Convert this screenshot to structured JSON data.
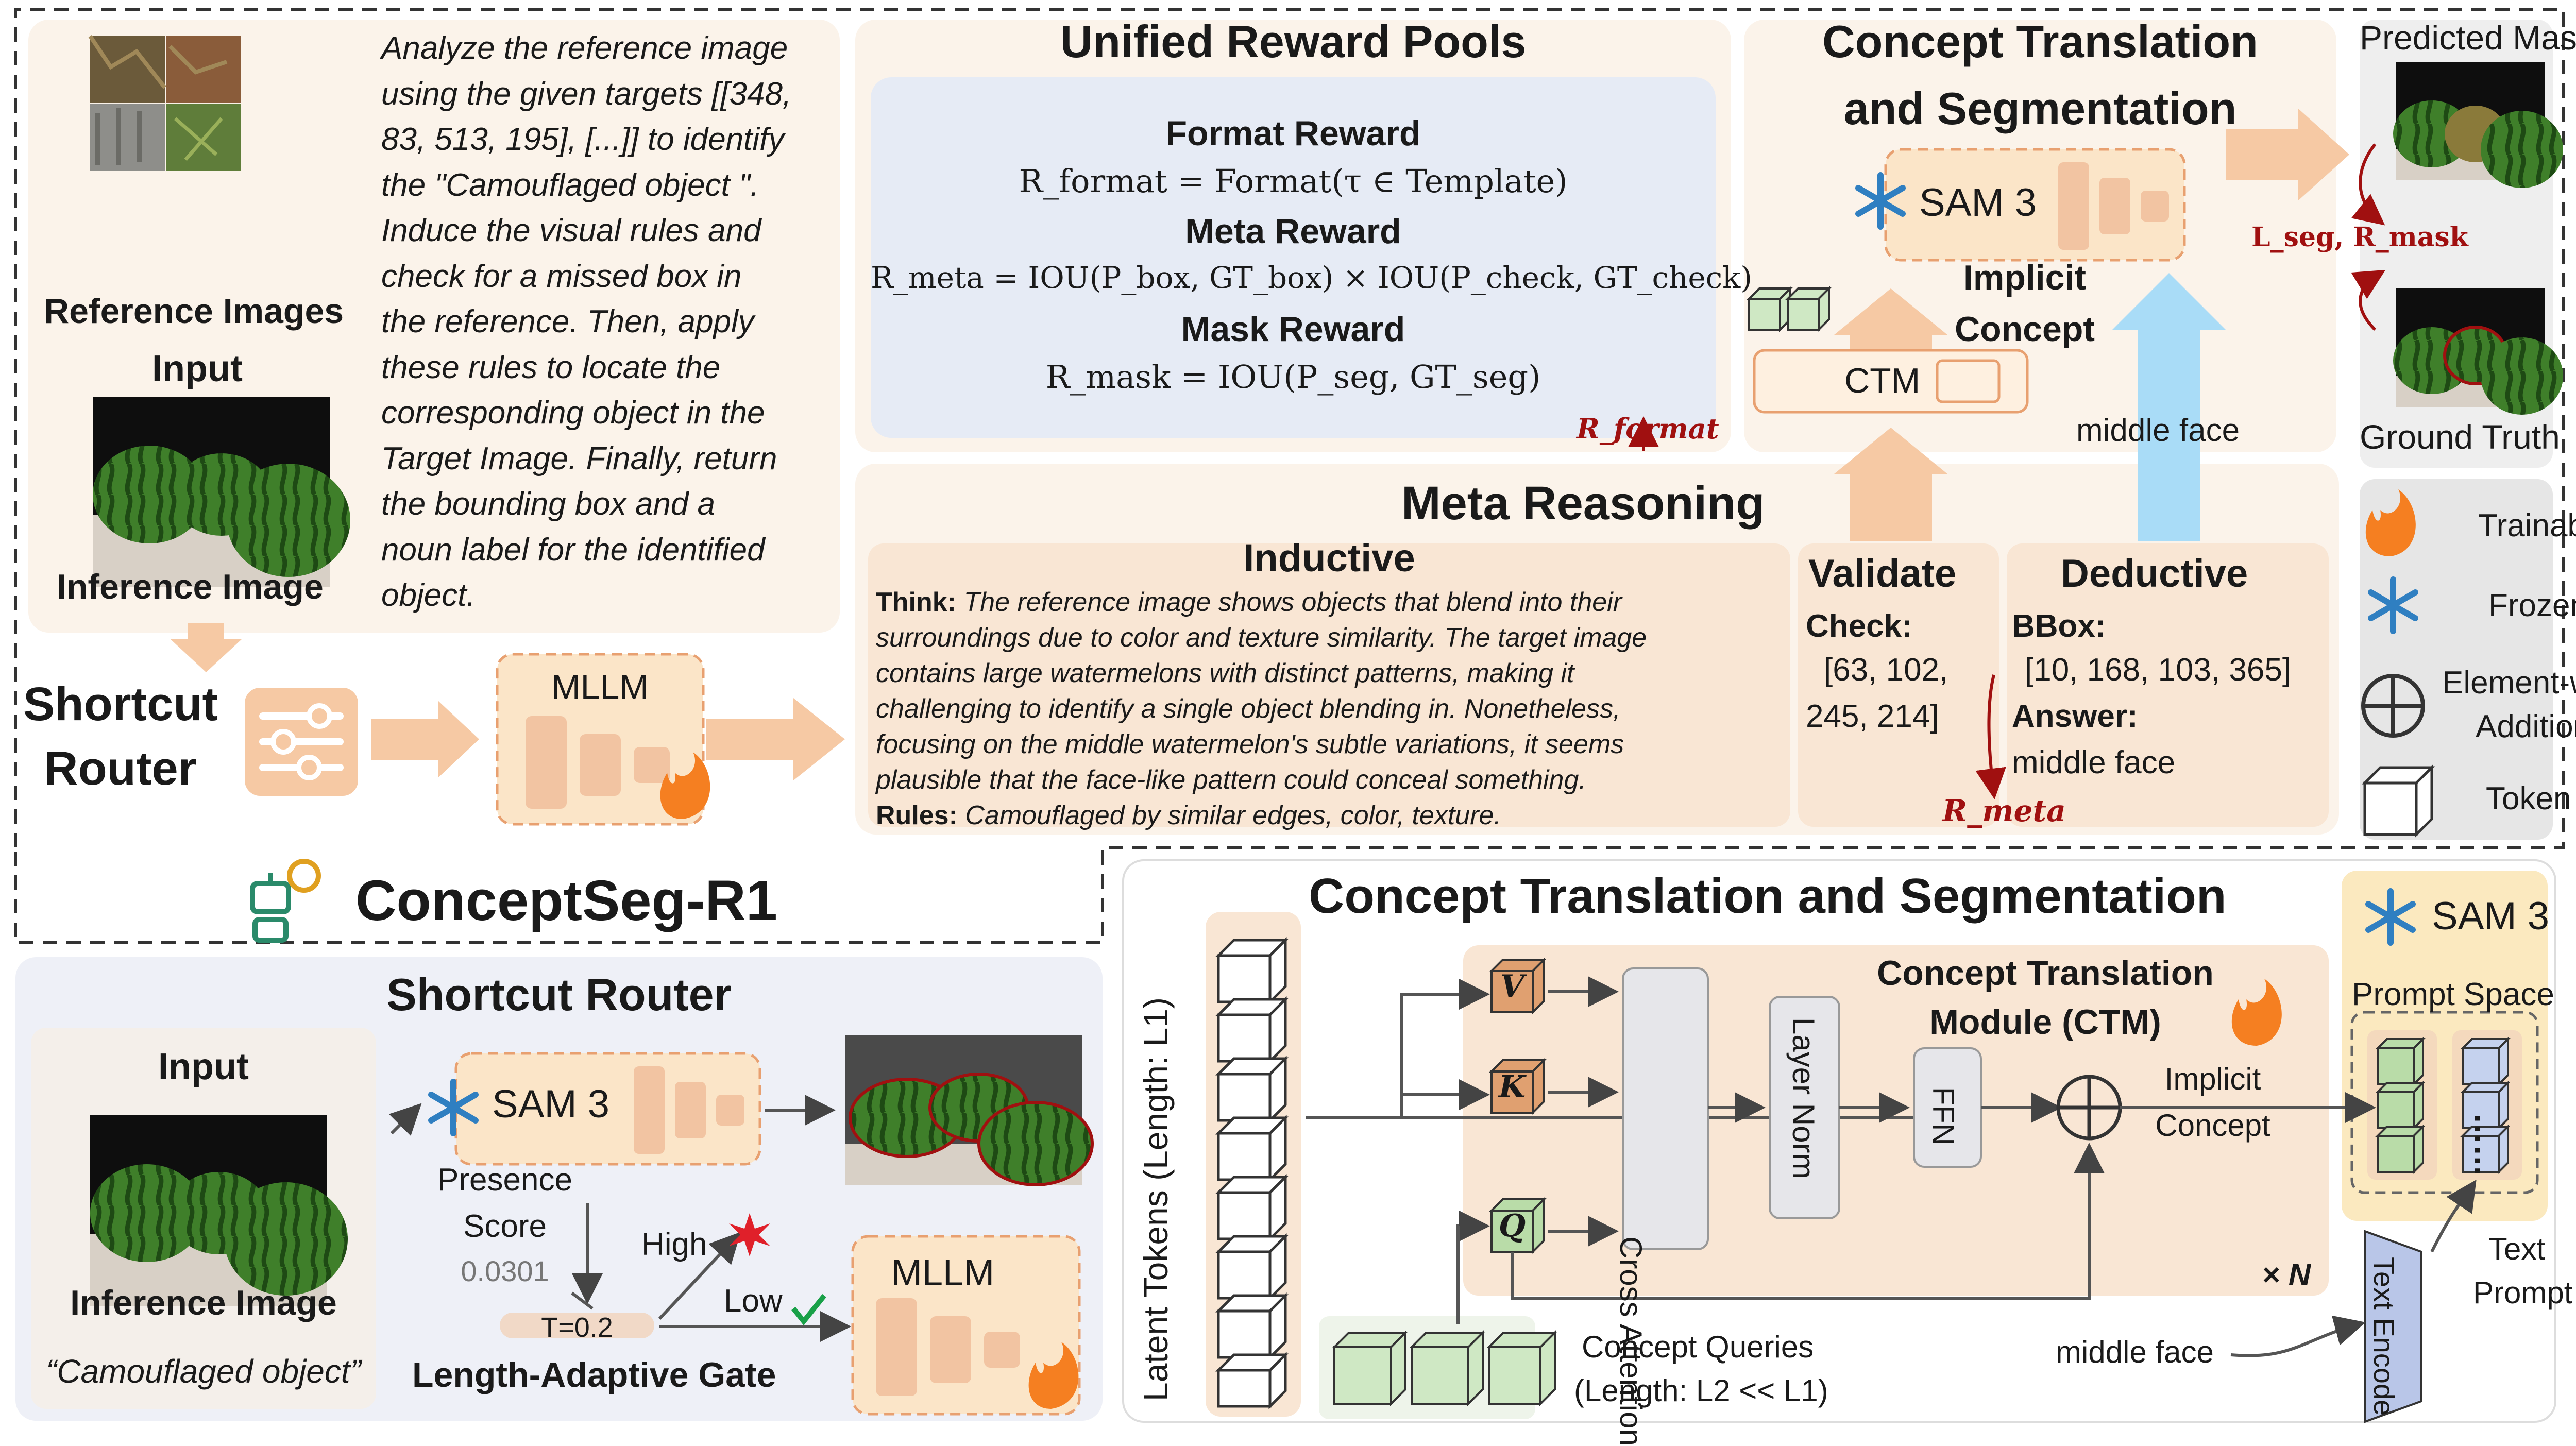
{
  "top": {
    "reference_images_label": "Reference Images",
    "input_label": "Input",
    "inference_image_label": "Inference Image",
    "prompt_text_lines": [
      "Analyze the reference image",
      "using the given targets [[348,",
      "83, 513, 195], [...]] to identify",
      "the \"Camouflaged object \".",
      "Induce the visual rules and",
      "check for a missed box in",
      "the reference. Then, apply",
      "these rules to locate the",
      "corresponding object in the",
      "Target Image. Finally, return",
      "the bounding box and a",
      "noun label for the identified",
      "object."
    ],
    "shortcut_router_label_line1": "Shortcut",
    "shortcut_router_label_line2": "Router",
    "mllm_label": "MLLM",
    "reward_title": "Unified Reward Pools",
    "format_reward_title": "Format Reward",
    "format_reward_formula": "R_format = Format(τ ∈ Template)",
    "meta_reward_title": "Meta Reward",
    "meta_reward_formula": "R_meta = IOU(P_box, GT_box) × IOU(P_check, GT_check)",
    "mask_reward_title": "Mask Reward",
    "mask_reward_formula": "R_mask = IOU(P_seg, GT_seg)",
    "r_format_label": "R_format",
    "meta_reasoning_title": "Meta Reasoning",
    "inductive_title": "Inductive",
    "think_label": "Think:",
    "think_lines": [
      "The reference image shows objects that blend into their",
      "surroundings due to color and texture similarity. The target image",
      "contains large watermelons with distinct patterns, making it",
      "challenging to identify a single object blending in. Nonetheless,",
      "focusing on the middle watermelon's subtle variations, it seems",
      "plausible that the face-like pattern could conceal something."
    ],
    "rules_label": "Rules:",
    "rules_text": "Camouflaged by similar edges, color, texture.",
    "validate_title": "Validate",
    "check_label": "Check:",
    "check_line1": "[63, 102,",
    "check_line2": "245, 214]",
    "r_meta_label": "R_meta",
    "deductive_title": "Deductive",
    "bbox_label": "BBox:",
    "bbox_value": "[10, 168, 103, 365]",
    "answer_label": "Answer:",
    "answer_value": "middle face",
    "cts_title_line1": "Concept Translation",
    "cts_title_line2": "and Segmentation",
    "sam3_label": "SAM 3",
    "implicit_concept_line1": "Implicit",
    "implicit_concept_line2": "Concept",
    "ctm_label": "CTM",
    "middle_face_label": "middle face",
    "predicted_mask_label": "Predicted Mask",
    "ground_truth_label": "Ground Truth",
    "loss_label": "L_seg, R_mask",
    "legend": {
      "trainable": "Trainable",
      "frozen": "Frozen",
      "addition_line1": "Element-wise",
      "addition_line2": "Addition",
      "token": "Token"
    }
  },
  "brand": {
    "name": "ConceptSeg-R1"
  },
  "router_panel": {
    "title": "Shortcut Router",
    "input_label": "Input",
    "inference_image_label": "Inference Image",
    "query_text": "“Camouflaged object”",
    "sam3_label": "SAM 3",
    "presence_line1": "Presence",
    "presence_line2": "Score",
    "presence_value": "0.0301",
    "high_label": "High",
    "low_label": "Low",
    "threshold_label": "T=0.2",
    "gate_label": "Length-Adaptive Gate",
    "mllm_label": "MLLM"
  },
  "ctm_panel": {
    "title": "Concept Translation and Segmentation",
    "latent_tokens_label": "Latent Tokens (Length: L1)",
    "v_label": "V",
    "k_label": "K",
    "q_label": "Q",
    "cross_attention_label": "Cross Attention",
    "layer_norm_label": "Layer Norm",
    "ffn_label": "FFN",
    "module_title_line1": "Concept Translation",
    "module_title_line2": "Module (CTM)",
    "implicit_line1": "Implicit",
    "implicit_line2": "Concept",
    "times_n_label": "× N",
    "concept_queries_line1": "Concept Queries",
    "concept_queries_line2": "(Length: L2 << L1)",
    "middle_face_label": "middle face",
    "text_encode_label": "Text Encode",
    "text_prompt_line1": "Text",
    "text_prompt_line2": "Prompt",
    "sam3_label": "SAM 3",
    "prompt_space_label": "Prompt Space",
    "ellipsis_label": "……"
  },
  "colors": {
    "orange_box": "#fbe5c8",
    "orange_arrow": "#f6c9a4",
    "blue_panel": "#e6ebf5",
    "blue_arrow": "#a9dcf7",
    "legend_bg": "#e8e8e8",
    "red_label": "#a01010"
  }
}
